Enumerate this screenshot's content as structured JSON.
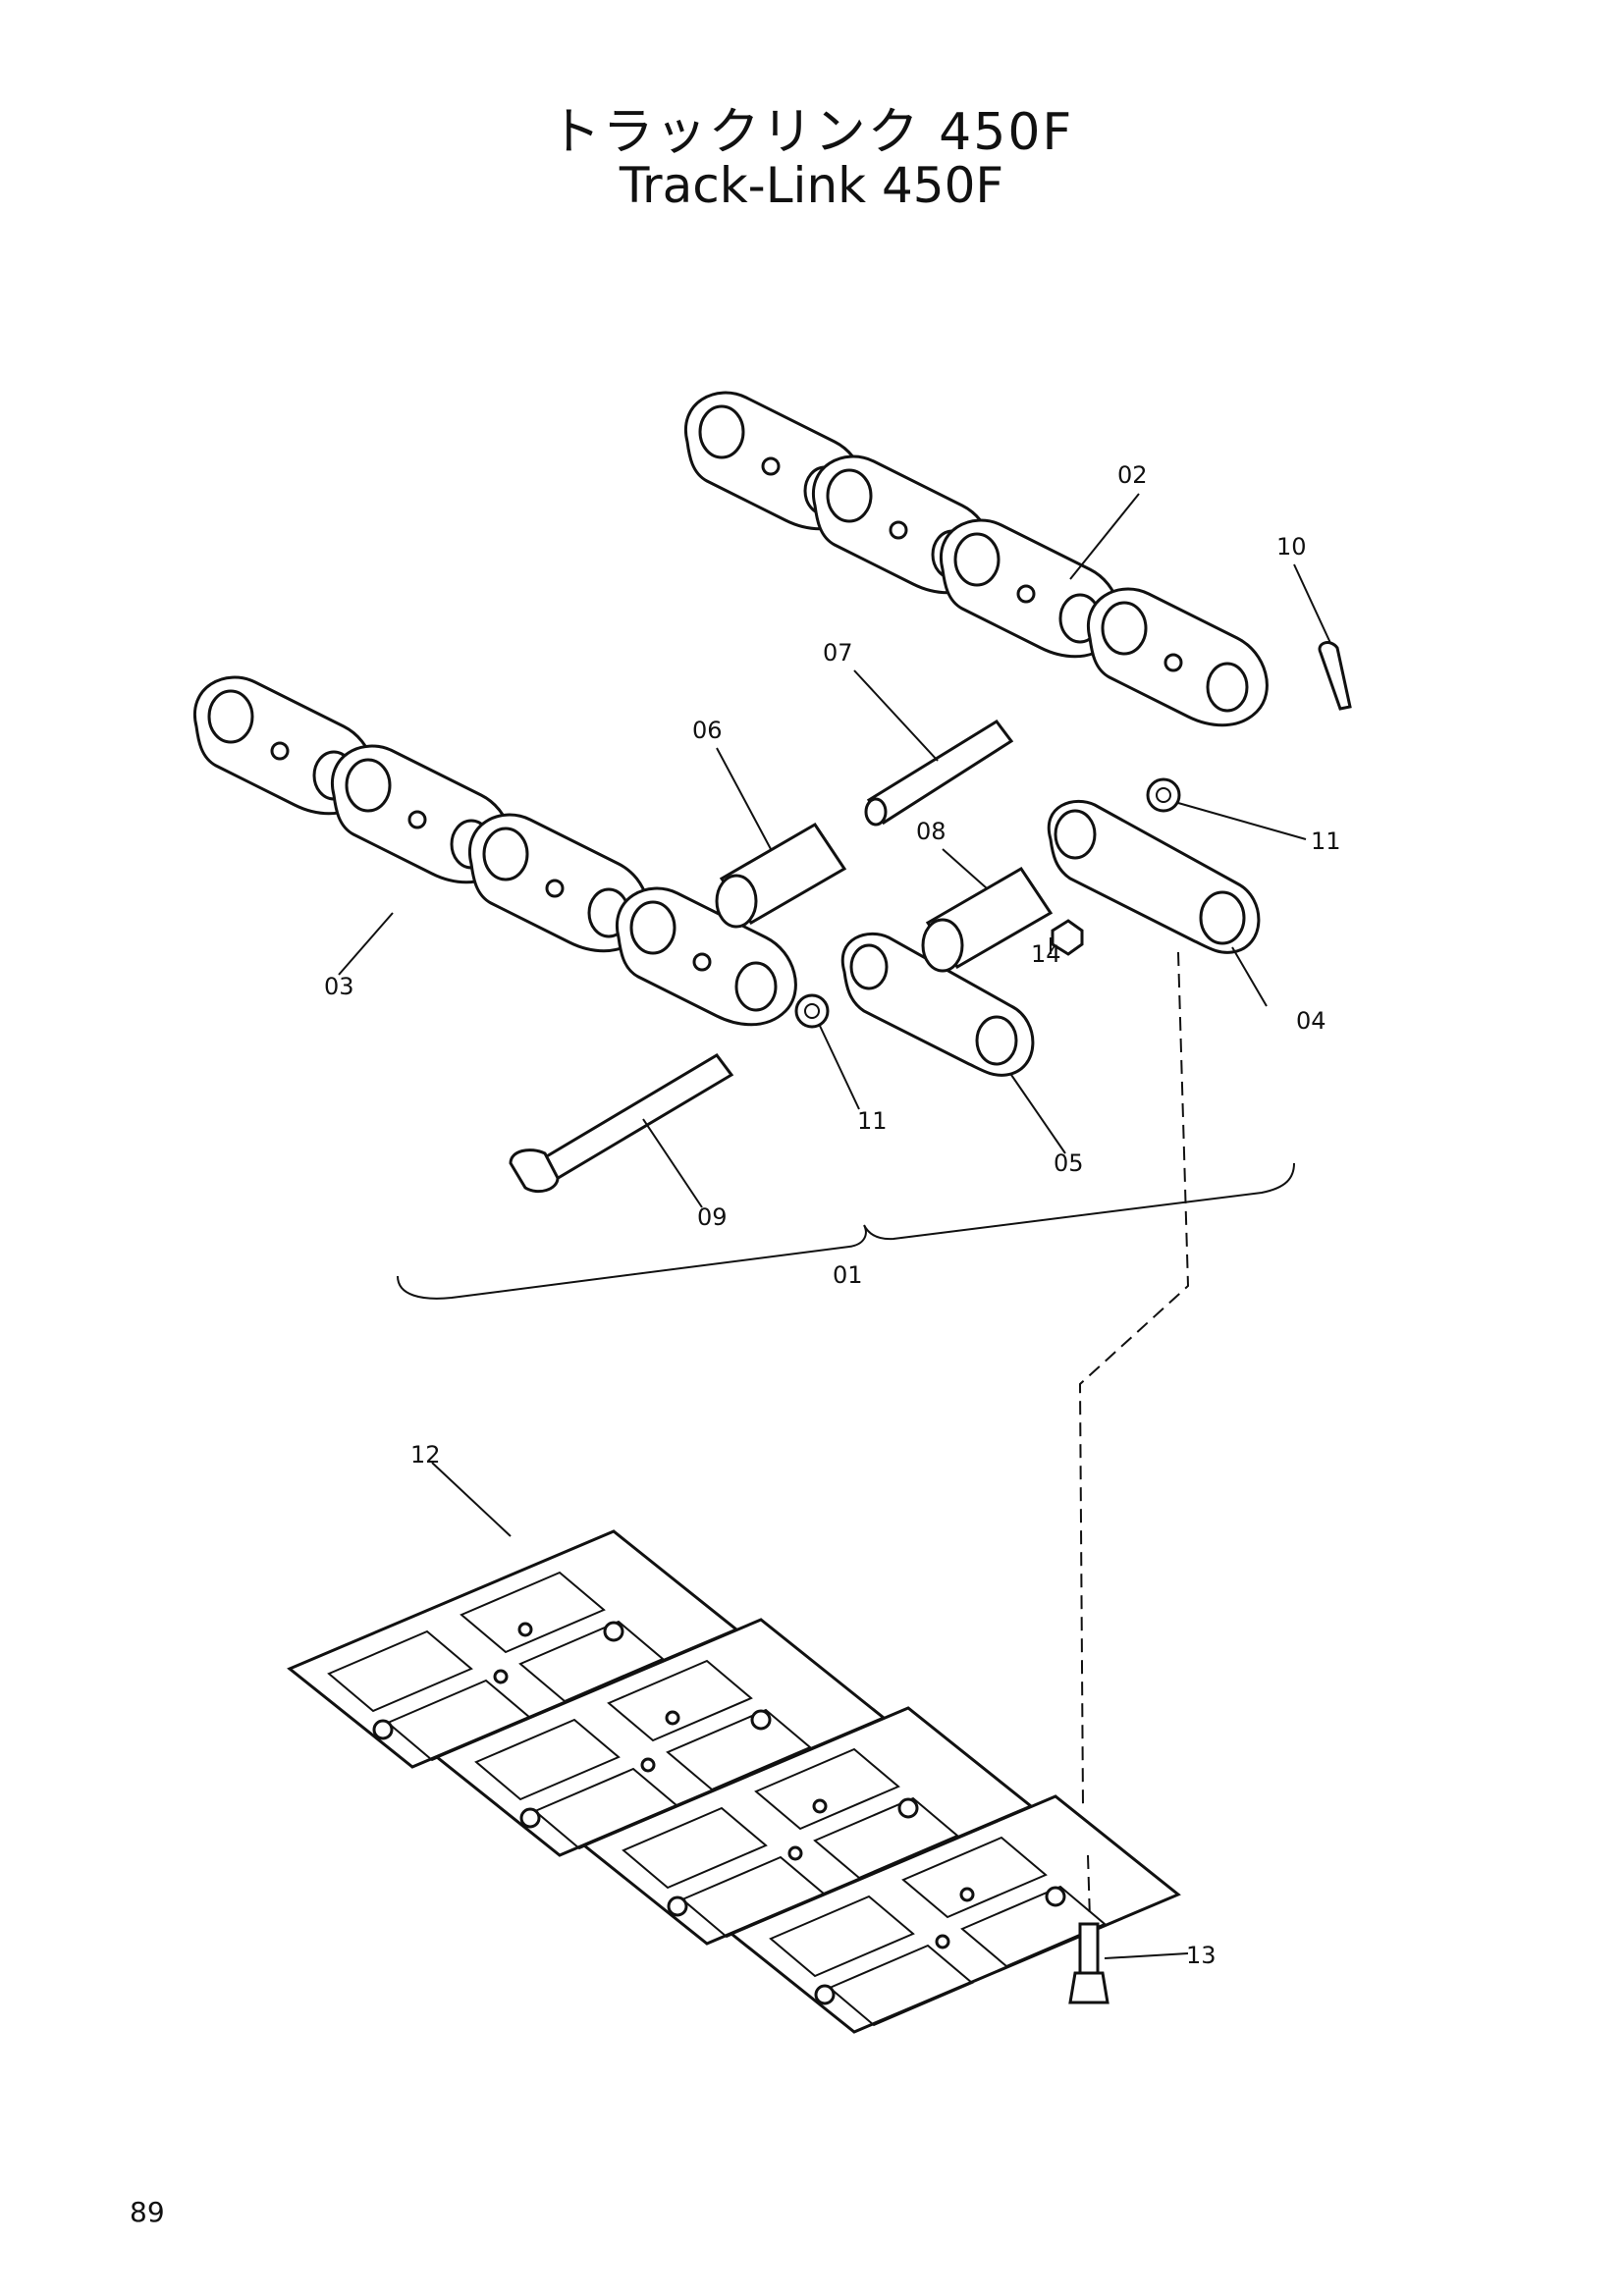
{
  "header": {
    "title_jp": "トラックリンク 450F",
    "title_en": "Track-Link 450F"
  },
  "labels": {
    "p01": "01",
    "p02": "02",
    "p03": "03",
    "p04": "04",
    "p05": "05",
    "p06": "06",
    "p07": "07",
    "p08": "08",
    "p09": "09",
    "p10": "10",
    "p11a": "11",
    "p11b": "11",
    "p12": "12",
    "p13": "13",
    "p14": "14"
  },
  "footer": {
    "page_number": "89"
  }
}
